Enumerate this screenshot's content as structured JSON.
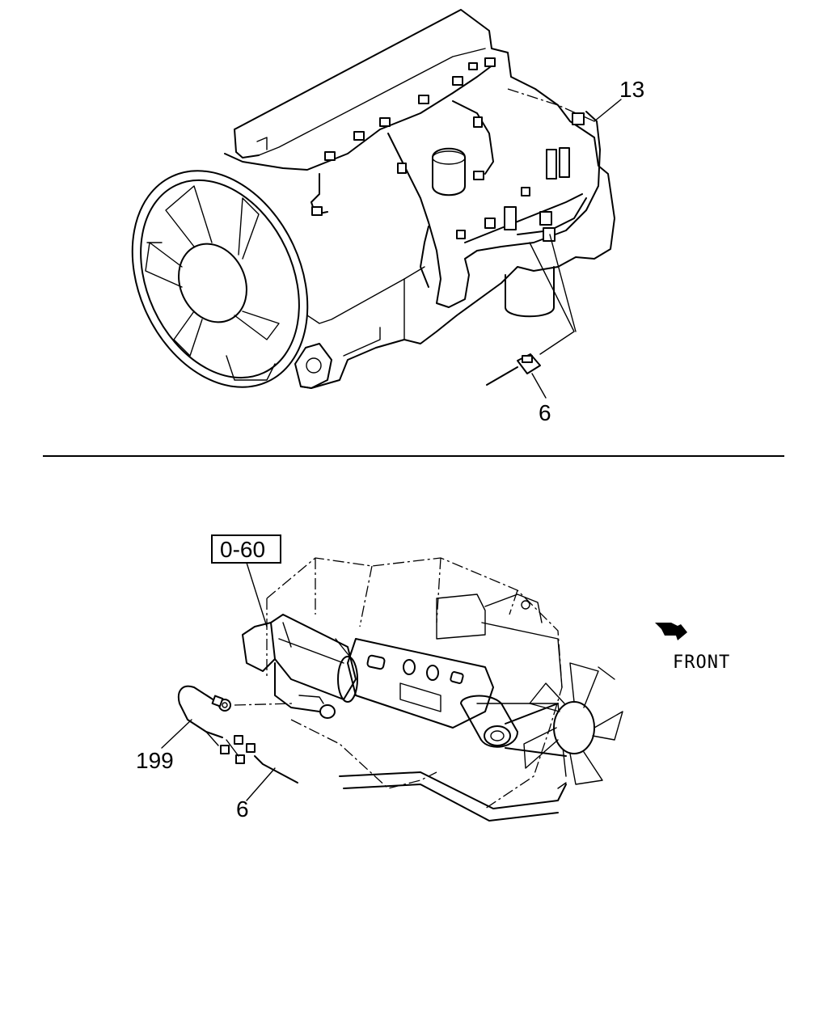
{
  "top_view": {
    "callouts": [
      {
        "id": "harness",
        "label": "13"
      },
      {
        "id": "sensor",
        "label": "6"
      }
    ]
  },
  "bottom_view": {
    "reference_box": {
      "label": "0-60"
    },
    "callouts": [
      {
        "id": "cable",
        "label": "199"
      },
      {
        "id": "sensor",
        "label": "6"
      }
    ],
    "direction": {
      "label": "FRONT",
      "icon": "front-arrow-icon"
    }
  },
  "colors": {
    "line": "#000000",
    "background": "#ffffff"
  }
}
